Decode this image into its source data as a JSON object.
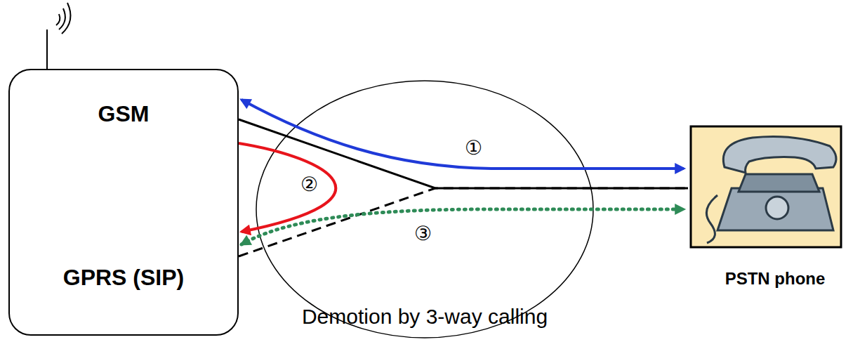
{
  "diagram": {
    "caption": "Demotion by 3-way calling",
    "nodes": [
      {
        "text": [
          "GSM",
          "GPRS (SIP)"
        ]
      },
      {
        "text": [
          "PSTN phone"
        ]
      }
    ],
    "edges": [
      {
        "from": 0,
        "to": 1,
        "arrow": "none"
      },
      {
        "from": 0,
        "to": 1,
        "arrow": "none"
      },
      {
        "from": 0,
        "to": 1,
        "label": "①",
        "arrow": "both"
      },
      {
        "from": 0,
        "to": 0,
        "label": "②",
        "arrow": "to"
      },
      {
        "from": 0,
        "to": 1,
        "label": "③",
        "arrow": "both"
      }
    ]
  }
}
